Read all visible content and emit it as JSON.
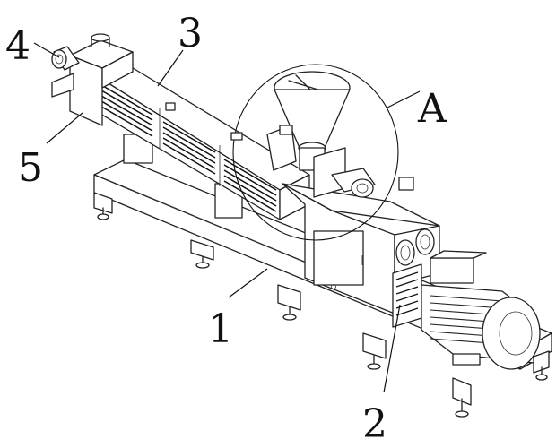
{
  "callouts": {
    "c1": "1",
    "c2": "2",
    "c3": "3",
    "c4": "4",
    "c5": "5",
    "cA": "A"
  }
}
